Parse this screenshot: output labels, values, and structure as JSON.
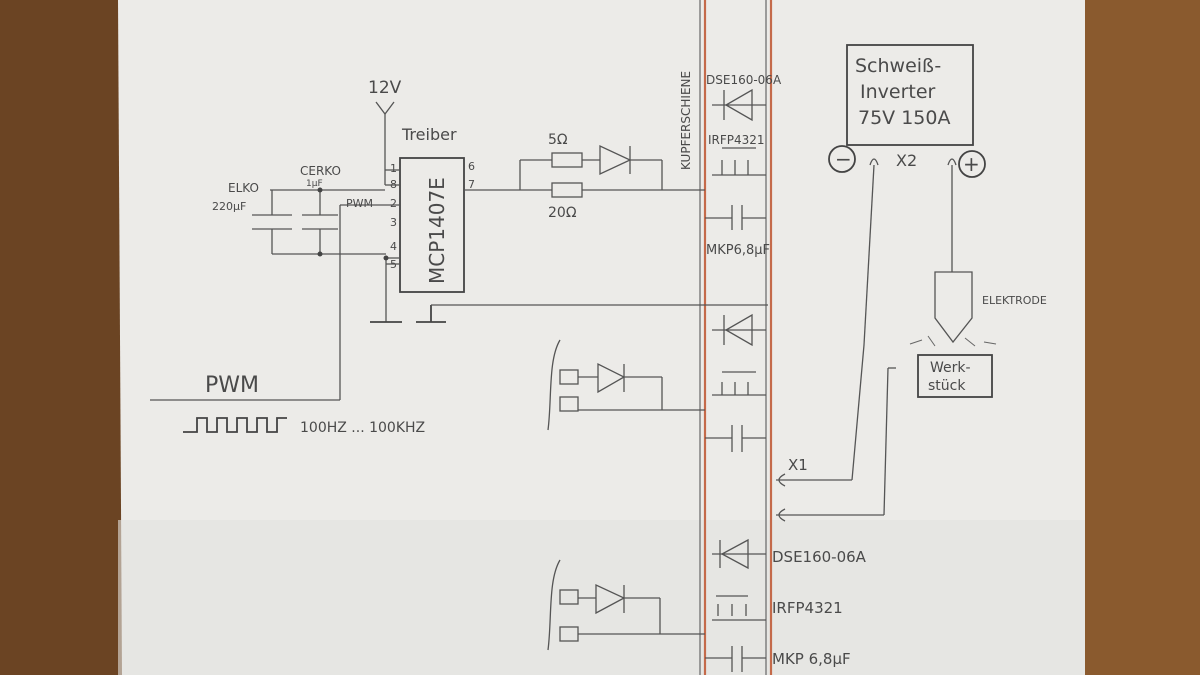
{
  "colors": {
    "paper": "#ececea",
    "wood": "#6b4423",
    "ink": "#4a4a4a",
    "copper_rail": "#c46a4a"
  },
  "labels": {
    "supply": "12V",
    "driver_title": "Treiber",
    "driver_chip": "MCP1407E",
    "elko": "ELKO",
    "elko_value": "220µF",
    "cerko": "CERKO",
    "cerko_value": "1µF",
    "pwm_pin_label": "PWM",
    "res_top": "5Ω",
    "res_bottom": "20Ω",
    "pwm_input": "PWM",
    "pwm_freq": "100HZ ... 100KHZ",
    "copper_rail": "KUPFERSCHIENE",
    "diode_top": "DSE160-06A",
    "mosfet_top": "IRFP4321",
    "cap_top": "MKP6,8µF",
    "inverter_line1": "Schweiß-",
    "inverter_line2": "Inverter",
    "inverter_line3": "75V 150A",
    "terminal_x2": "X2",
    "terminal_minus": "−",
    "terminal_plus": "+",
    "electrode": "ELEKTRODE",
    "workpiece_line1": "Werk-",
    "workpiece_line2": "stück",
    "terminal_x1": "X1",
    "diode_bottom": "DSE160-06A",
    "mosfet_bottom": "IRFP4321",
    "cap_bottom": "MKP 6,8µF"
  },
  "pins": [
    "1",
    "8",
    "2",
    "3",
    "4",
    "5",
    "6",
    "7"
  ]
}
